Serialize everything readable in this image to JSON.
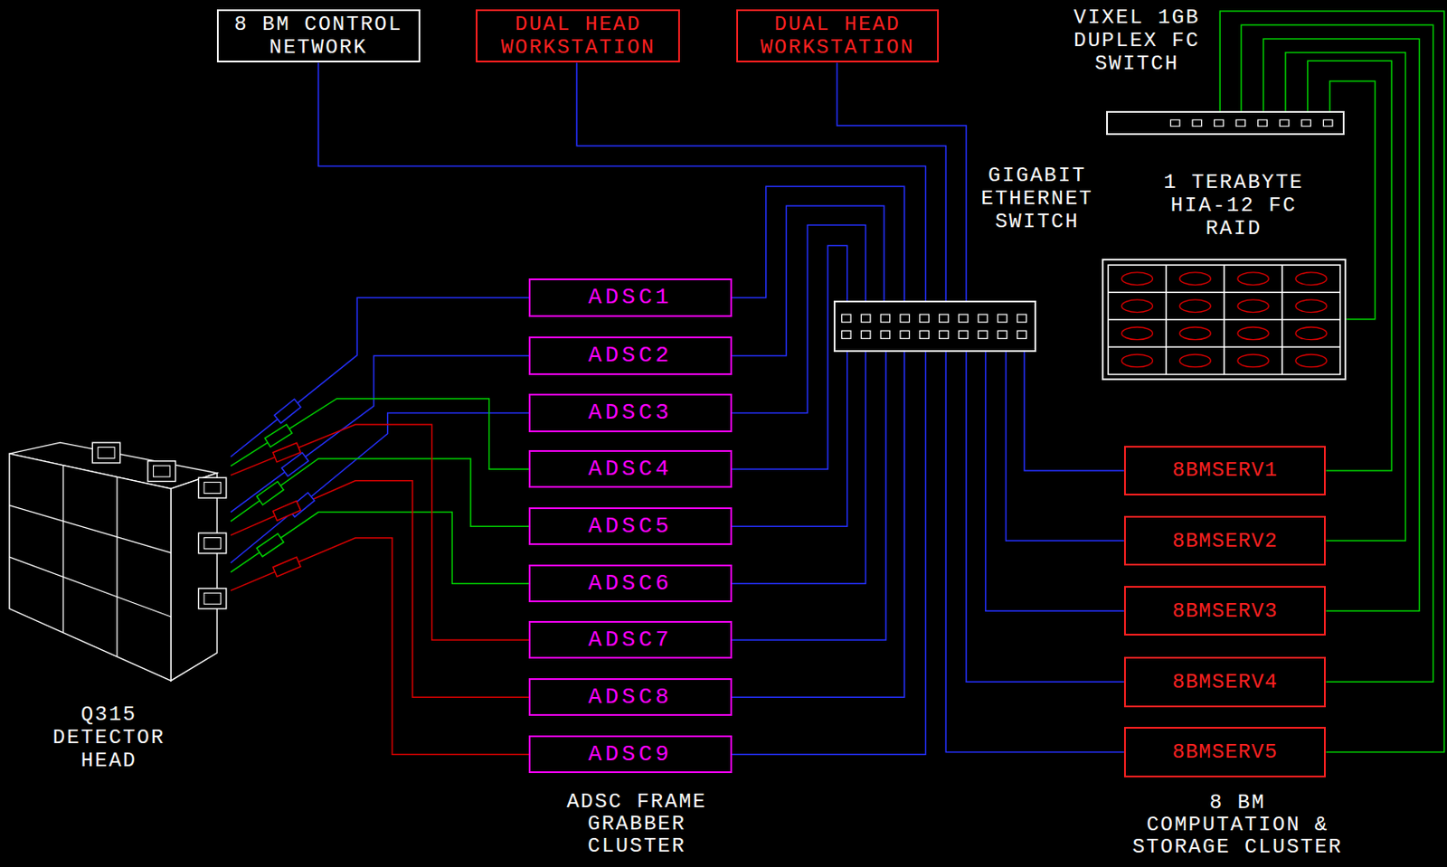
{
  "diagram": {
    "nodes": [
      {
        "text": [
          "8 BM CONTROL NETWORK"
        ]
      },
      {
        "text": [
          "DUAL HEAD WORKSTATION"
        ]
      },
      {
        "text": [
          "DUAL HEAD WORKSTATION"
        ]
      },
      {
        "text": [
          "VIXEL 1GB DUPLEX FC SWITCH"
        ]
      },
      {
        "text": [
          "GIGABIT ETHERNET SWITCH"
        ]
      },
      {
        "text": [
          "1 TERABYTE HIA-12 FC RAID"
        ]
      },
      {
        "text": [
          "Q315 DETECTOR HEAD"
        ]
      },
      {
        "text": [
          "ADSC1"
        ]
      },
      {
        "text": [
          "ADSC2"
        ]
      },
      {
        "text": [
          "ADSC3"
        ]
      },
      {
        "text": [
          "ADSC4"
        ]
      },
      {
        "text": [
          "ADSC5"
        ]
      },
      {
        "text": [
          "ADSC6"
        ]
      },
      {
        "text": [
          "ADSC7"
        ]
      },
      {
        "text": [
          "ADSC8"
        ]
      },
      {
        "text": [
          "ADSC9"
        ]
      },
      {
        "text": [
          "8BMSERV1"
        ]
      },
      {
        "text": [
          "8BMSERV2"
        ]
      },
      {
        "text": [
          "8BMSERV3"
        ]
      },
      {
        "text": [
          "8BMSERV4"
        ]
      },
      {
        "text": [
          "8BMSERV5"
        ]
      }
    ],
    "edges": [
      {
        "from": 6,
        "to": 7,
        "arrow": "none"
      },
      {
        "from": 6,
        "to": 8,
        "arrow": "none"
      },
      {
        "from": 6,
        "to": 9,
        "arrow": "none"
      },
      {
        "from": 6,
        "to": 10,
        "arrow": "none"
      },
      {
        "from": 6,
        "to": 11,
        "arrow": "none"
      },
      {
        "from": 6,
        "to": 12,
        "arrow": "none"
      },
      {
        "from": 6,
        "to": 13,
        "arrow": "none"
      },
      {
        "from": 6,
        "to": 14,
        "arrow": "none"
      },
      {
        "from": 6,
        "to": 15,
        "arrow": "none"
      },
      {
        "from": 7,
        "to": 4,
        "arrow": "none"
      },
      {
        "from": 8,
        "to": 4,
        "arrow": "none"
      },
      {
        "from": 9,
        "to": 4,
        "arrow": "none"
      },
      {
        "from": 10,
        "to": 4,
        "arrow": "none"
      },
      {
        "from": 11,
        "to": 4,
        "arrow": "none"
      },
      {
        "from": 12,
        "to": 4,
        "arrow": "none"
      },
      {
        "from": 13,
        "to": 4,
        "arrow": "none"
      },
      {
        "from": 14,
        "to": 4,
        "arrow": "none"
      },
      {
        "from": 15,
        "to": 4,
        "arrow": "none"
      },
      {
        "from": 0,
        "to": 4,
        "arrow": "none"
      },
      {
        "from": 1,
        "to": 4,
        "arrow": "none"
      },
      {
        "from": 2,
        "to": 4,
        "arrow": "none"
      },
      {
        "from": 4,
        "to": 16,
        "arrow": "none"
      },
      {
        "from": 4,
        "to": 17,
        "arrow": "none"
      },
      {
        "from": 4,
        "to": 18,
        "arrow": "none"
      },
      {
        "from": 4,
        "to": 19,
        "arrow": "none"
      },
      {
        "from": 4,
        "to": 20,
        "arrow": "none"
      },
      {
        "from": 3,
        "to": 5,
        "arrow": "none"
      },
      {
        "from": 3,
        "to": 16,
        "arrow": "none"
      },
      {
        "from": 3,
        "to": 17,
        "arrow": "none"
      },
      {
        "from": 3,
        "to": 18,
        "arrow": "none"
      },
      {
        "from": 3,
        "to": 19,
        "arrow": "none"
      },
      {
        "from": 3,
        "to": 20,
        "arrow": "none"
      }
    ],
    "labels": [
      "ADSC FRAME GRABBER CLUSTER",
      "8 BM COMPUTATION & STORAGE CLUSTER"
    ]
  }
}
